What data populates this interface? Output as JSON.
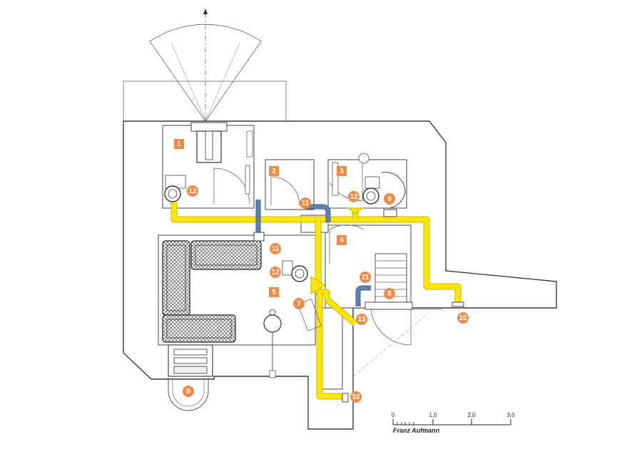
{
  "markers": {
    "m1": "1",
    "m2": "2",
    "m3": "3",
    "m4": "4",
    "m5": "5",
    "m6": "6",
    "m7": "7",
    "m8": "8",
    "m9": "9",
    "m10a": "10",
    "m10b": "10",
    "m11a": "11",
    "m11b": "11",
    "m11c": "11",
    "m12a": "12",
    "m12b": "12",
    "m12c": "12",
    "m13": "13"
  },
  "scale": {
    "tick0": "0",
    "tick1": "1,0",
    "tick2": "2,0",
    "tick3": "3,0"
  },
  "credit": "Franz Aufmann",
  "colors": {
    "duct": "#ffe600",
    "pipe": "#5b83b5",
    "marker": "#f08a45"
  }
}
